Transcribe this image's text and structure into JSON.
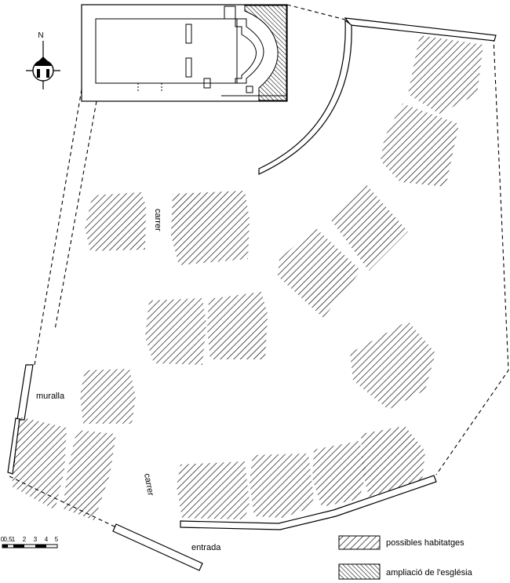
{
  "labels": {
    "north": "N",
    "street_upper": "carrer",
    "street_lower": "carrer",
    "wall": "muralla",
    "entrance": "entrada"
  },
  "legend": {
    "houses": "possibles habitatges",
    "church_extension": "ampliació de l'església"
  },
  "scale": {
    "ticks": [
      "0",
      "0,5",
      "1",
      "2",
      "3",
      "4",
      "5"
    ]
  },
  "colors": {
    "ink": "#000000",
    "paper": "#ffffff"
  },
  "icons": {
    "north_arrow": "compass-rose-icon"
  }
}
